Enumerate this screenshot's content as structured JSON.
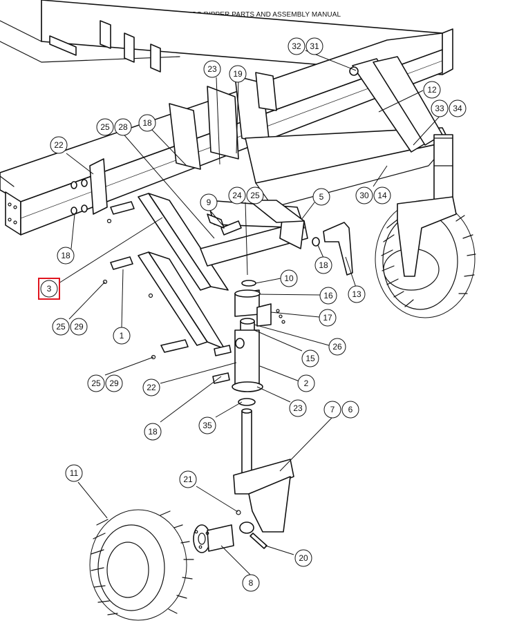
{
  "header": {
    "title": "9800 DISC RIPPER PARTS AND ASSEMBLY MANUAL"
  },
  "highlight_color": "#e0141e",
  "callouts": [
    {
      "id": "32",
      "label": "32"
    },
    {
      "id": "31",
      "label": "31"
    },
    {
      "id": "23a",
      "label": "23"
    },
    {
      "id": "19",
      "label": "19"
    },
    {
      "id": "12",
      "label": "12"
    },
    {
      "id": "33",
      "label": "33"
    },
    {
      "id": "34",
      "label": "34"
    },
    {
      "id": "25a",
      "label": "25"
    },
    {
      "id": "28",
      "label": "28"
    },
    {
      "id": "18a",
      "label": "18"
    },
    {
      "id": "22a",
      "label": "22"
    },
    {
      "id": "9",
      "label": "9"
    },
    {
      "id": "24",
      "label": "24"
    },
    {
      "id": "25b",
      "label": "25"
    },
    {
      "id": "5",
      "label": "5"
    },
    {
      "id": "30",
      "label": "30"
    },
    {
      "id": "14",
      "label": "14"
    },
    {
      "id": "18b",
      "label": "18"
    },
    {
      "id": "18c",
      "label": "18"
    },
    {
      "id": "3",
      "label": "3",
      "highlighted": true
    },
    {
      "id": "10",
      "label": "10"
    },
    {
      "id": "13",
      "label": "13"
    },
    {
      "id": "16",
      "label": "16"
    },
    {
      "id": "17",
      "label": "17"
    },
    {
      "id": "25c",
      "label": "25"
    },
    {
      "id": "29a",
      "label": "29"
    },
    {
      "id": "1",
      "label": "1"
    },
    {
      "id": "26",
      "label": "26"
    },
    {
      "id": "15",
      "label": "15"
    },
    {
      "id": "25d",
      "label": "25"
    },
    {
      "id": "29b",
      "label": "29"
    },
    {
      "id": "22b",
      "label": "22"
    },
    {
      "id": "2",
      "label": "2"
    },
    {
      "id": "23b",
      "label": "23"
    },
    {
      "id": "18d",
      "label": "18"
    },
    {
      "id": "35",
      "label": "35"
    },
    {
      "id": "7",
      "label": "7"
    },
    {
      "id": "6",
      "label": "6"
    },
    {
      "id": "11",
      "label": "11"
    },
    {
      "id": "21",
      "label": "21"
    },
    {
      "id": "20",
      "label": "20"
    },
    {
      "id": "8",
      "label": "8"
    }
  ]
}
